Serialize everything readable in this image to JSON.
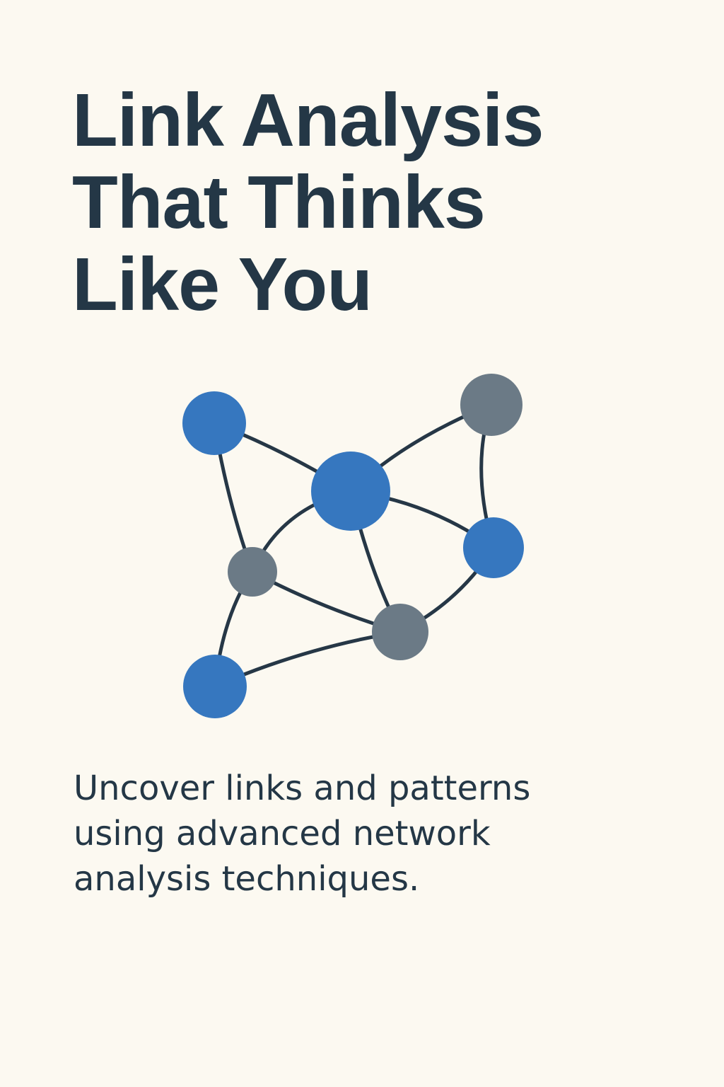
{
  "headline": {
    "line1": "Link Analysis",
    "line2": "That Thinks",
    "line3": "Like You"
  },
  "graph": {
    "colors": {
      "accent_node": "#3677bf",
      "neutral_node": "#6b7a86",
      "edge": "#263746"
    },
    "nodes": [
      {
        "id": "n-top-left",
        "kind": "accent"
      },
      {
        "id": "n-top-right",
        "kind": "neutral"
      },
      {
        "id": "n-center",
        "kind": "accent"
      },
      {
        "id": "n-right",
        "kind": "accent"
      },
      {
        "id": "n-mid-left",
        "kind": "neutral"
      },
      {
        "id": "n-lower-center",
        "kind": "neutral"
      },
      {
        "id": "n-bottom-left",
        "kind": "accent"
      }
    ]
  },
  "tagline": {
    "line1": "Uncover links and patterns",
    "line2": "using advanced network",
    "line3": "analysis techniques."
  },
  "colors": {
    "background": "#fcf9f1",
    "text": "#243746"
  }
}
